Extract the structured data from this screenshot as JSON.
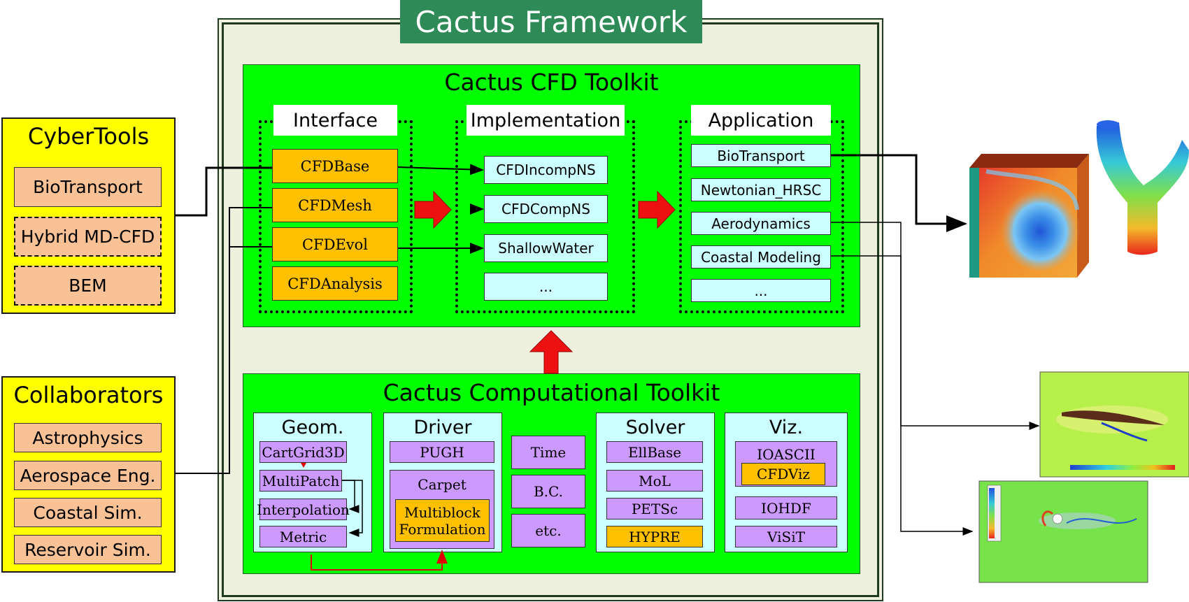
{
  "framework_title": "Cactus Framework",
  "cfd_toolkit": {
    "title": "Cactus CFD Toolkit",
    "interface": {
      "label": "Interface",
      "items": [
        "CFDBase",
        "CFDMesh",
        "CFDEvol",
        "CFDAnalysis"
      ]
    },
    "implementation": {
      "label": "Implementation",
      "items": [
        "CFDIncompNS",
        "CFDCompNS",
        "ShallowWater",
        "..."
      ]
    },
    "application": {
      "label": "Application",
      "items": [
        "BioTransport",
        "Newtonian_HRSC",
        "Aerodynamics",
        "Coastal Modeling",
        "..."
      ]
    }
  },
  "comp_toolkit": {
    "title": "Cactus Computational Toolkit",
    "geom": {
      "label": "Geom.",
      "items": [
        "CartGrid3D",
        "MultiPatch",
        "Interpolation",
        "Metric"
      ]
    },
    "driver": {
      "label": "Driver",
      "items": [
        "PUGH",
        "Carpet",
        "Multiblock Formulation"
      ]
    },
    "misc": {
      "items": [
        "Time",
        "B.C.",
        "etc."
      ]
    },
    "solver": {
      "label": "Solver",
      "items": [
        "EllBase",
        "MoL",
        "PETSc",
        "HYPRE"
      ]
    },
    "viz": {
      "label": "Viz.",
      "items": [
        "IOASCII",
        "CFDViz",
        "IOHDF",
        "ViSiT"
      ]
    }
  },
  "cybertools": {
    "title": "CyberTools",
    "items": [
      "BioTransport",
      "Hybrid MD-CFD",
      "BEM"
    ]
  },
  "collaborators": {
    "title": "Collaborators",
    "items": [
      "Astrophysics",
      "Aerospace Eng.",
      "Coastal Sim.",
      "Reservoir Sim."
    ]
  },
  "colors": {
    "framework_header": "#2e8b57",
    "toolkit_green": "#00ff00",
    "interface_orange": "#ffc000",
    "impl_cyan": "#ccffff",
    "comp_purple": "#cc99ff",
    "side_yellow": "#ffff00",
    "side_peach": "#f9c196",
    "arrow_red": "#ff0000"
  }
}
